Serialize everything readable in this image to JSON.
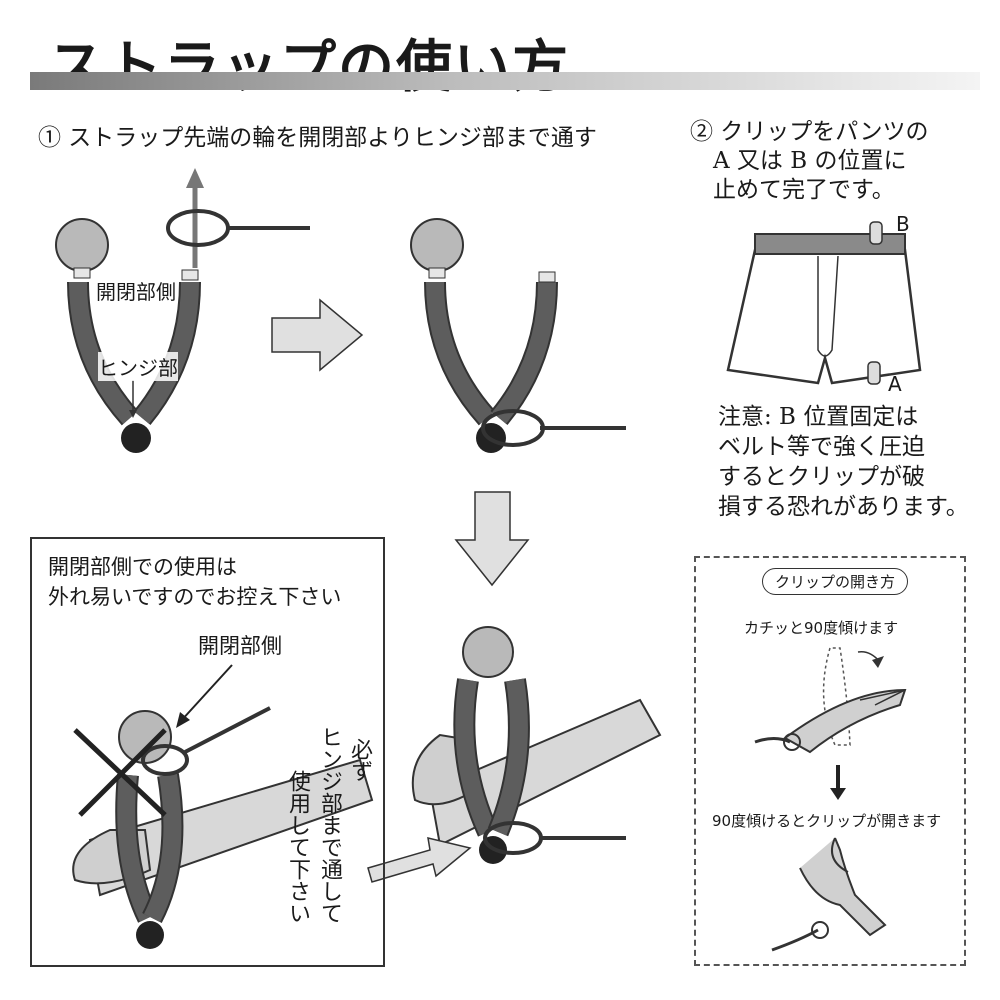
{
  "title": "ストラップの使い方",
  "step1": "① ストラップ先端の輪を開閉部よりヒンジ部まで通す",
  "step2": "② クリップをパンツの\n　A 又は B の位置に\n　止めて完了です。",
  "labels": {
    "open_side": "開閉部側",
    "hinge": "ヒンジ部",
    "point_a": "A",
    "point_b": "B",
    "warn_open_side": "開閉部側"
  },
  "caution": "注意: B 位置固定は\nベルト等で強く圧迫\nするとクリップが破\n損する恐れがあります。",
  "warning_box": {
    "text": "開閉部側での使用は\n外れ易いですのでお控え下さい",
    "col1": "必ず",
    "col2": "ヒンジ部まで通して",
    "col3": "使用して下さい"
  },
  "clip_box": {
    "pill": "クリップの開き方",
    "tilt": "カチッと90度傾けます",
    "opens": "90度傾けるとクリップが開きます"
  },
  "colors": {
    "strap": "#5d5d5d",
    "ball": "#b9b9b9",
    "bead": "#222222",
    "arrow": "#e0e0e0"
  }
}
